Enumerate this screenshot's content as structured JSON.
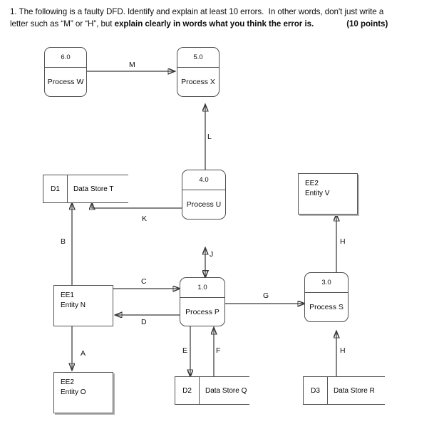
{
  "question": {
    "line1_a": "1. The following is a faulty DFD. Identify and explain at least 10 errors.  In other words, don't just write a",
    "line2_a": "letter such as “M” or “H”, but ",
    "line2_bold": "explain clearly in words what you think the error is.",
    "points": "(10 points)"
  },
  "diagram": {
    "type": "data-flow-diagram",
    "processes": [
      {
        "key": "w",
        "number": "6.0",
        "name": "Process W"
      },
      {
        "key": "x",
        "number": "5.0",
        "name": "Process X"
      },
      {
        "key": "u",
        "number": "4.0",
        "name": "Process U"
      },
      {
        "key": "p",
        "number": "1.0",
        "name": "Process P"
      },
      {
        "key": "s",
        "number": "3.0",
        "name": "Process S"
      }
    ],
    "data_stores": [
      {
        "key": "d1",
        "id": "D1",
        "name": "Data Store T"
      },
      {
        "key": "d2",
        "id": "D2",
        "name": "Data Store Q"
      },
      {
        "key": "d3",
        "id": "D3",
        "name": "Data Store R"
      }
    ],
    "entities": [
      {
        "key": "ee2v",
        "id": "EE2",
        "name": "Entity V"
      },
      {
        "key": "ee1n",
        "id": "EE1",
        "name": "Entity N"
      },
      {
        "key": "ee2o",
        "id": "EE2",
        "name": "Entity O"
      }
    ],
    "flows": [
      {
        "key": "m",
        "label": "M",
        "from": "Process W",
        "to": "Process X",
        "direction": "right"
      },
      {
        "key": "l",
        "label": "L",
        "from": "Process U",
        "to": "Process X",
        "direction": "up"
      },
      {
        "key": "k",
        "label": "K",
        "from": "Process U",
        "to": "Data Store T",
        "direction": "left-up"
      },
      {
        "key": "b",
        "label": "B",
        "from": "Entity N",
        "to": "Data Store T",
        "direction": "up"
      },
      {
        "key": "h_upper",
        "label": "H",
        "from": "Process S",
        "to": "Entity V",
        "direction": "up"
      },
      {
        "key": "j",
        "label": "J",
        "from": "Process P",
        "to": "Process U",
        "direction": "both"
      },
      {
        "key": "c",
        "label": "C",
        "from": "Entity N",
        "to": "Process P",
        "direction": "right"
      },
      {
        "key": "d",
        "label": "D",
        "from": "Process P",
        "to": "Entity N",
        "direction": "left"
      },
      {
        "key": "g",
        "label": "G",
        "from": "Process P",
        "to": "Process S",
        "direction": "right"
      },
      {
        "key": "a",
        "label": "A",
        "from": "Entity N",
        "to": "Entity O",
        "direction": "down"
      },
      {
        "key": "e",
        "label": "E",
        "from": "Process P",
        "to": "Data Store Q",
        "direction": "down"
      },
      {
        "key": "f",
        "label": "F",
        "from": "Data Store Q",
        "to": "Process P",
        "direction": "up"
      },
      {
        "key": "h_lower",
        "label": "H",
        "from": "Data Store R",
        "to": "Process S",
        "direction": "up"
      }
    ]
  },
  "colors": {
    "line": "#3a3a3a",
    "shape_border": "#555555",
    "text": "#111111",
    "background": "#ffffff"
  }
}
